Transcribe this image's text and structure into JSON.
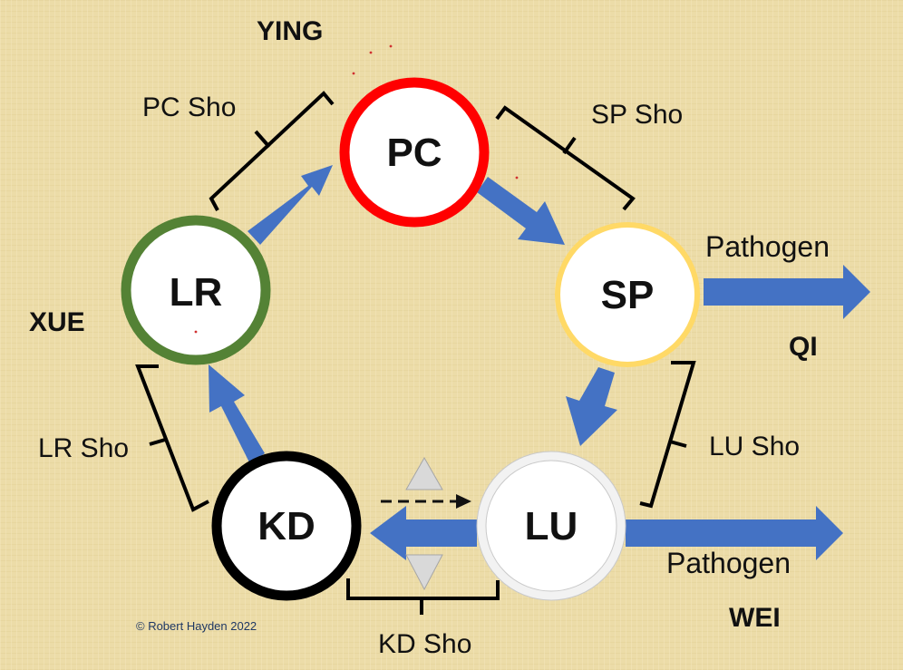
{
  "colors": {
    "background": "#ecdca8",
    "arrow": "#4472c4",
    "pc_ring": "#ff0000",
    "sp_ring": "#ffd966",
    "lr_ring": "#548235",
    "kd_ring": "#000000",
    "lu_ring": "#f2f2f2",
    "triangle": "#d9d9d9"
  },
  "nodes": {
    "pc": "PC",
    "sp": "SP",
    "lu": "LU",
    "kd": "KD",
    "lr": "LR"
  },
  "sho_labels": {
    "pc": "PC Sho",
    "sp": "SP Sho",
    "lu": "LU Sho",
    "kd": "KD Sho",
    "lr": "LR Sho"
  },
  "region_labels": {
    "ying": "YING",
    "xue": "XUE",
    "qi": "QI",
    "wei": "WEI"
  },
  "pathogen_labels": {
    "top": "Pathogen",
    "bottom": "Pathogen"
  },
  "copyright": "© Robert Hayden 2022"
}
